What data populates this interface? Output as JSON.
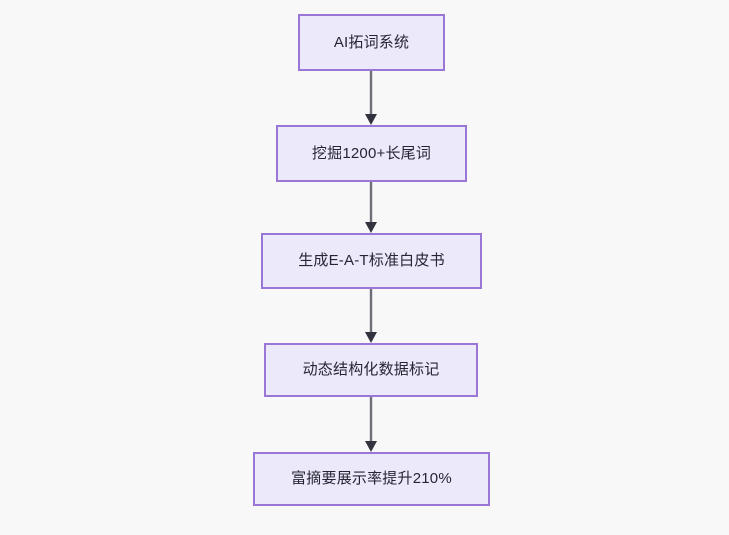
{
  "diagram": {
    "title": "AI SEO content flow",
    "orientation": "top-to-bottom",
    "background_color": "#f8f8f9",
    "node_fill_color": "#ece9fb",
    "node_border_color": "#9a77d6",
    "node_text_color": "#262633",
    "edge_color": "#6e6e78",
    "arrowhead_color": "#333340",
    "nodes": [
      {
        "id": "n0",
        "label": "AI拓词系统"
      },
      {
        "id": "n1",
        "label": "挖掘1200+长尾词"
      },
      {
        "id": "n2",
        "label": "生成E-A-T标准白皮书"
      },
      {
        "id": "n3",
        "label": "动态结构化数据标记"
      },
      {
        "id": "n4",
        "label": "富摘要展示率提升210%"
      }
    ],
    "edges": [
      {
        "from": "n0",
        "to": "n1",
        "label": ""
      },
      {
        "from": "n1",
        "to": "n2",
        "label": ""
      },
      {
        "from": "n2",
        "to": "n3",
        "label": ""
      },
      {
        "from": "n3",
        "to": "n4",
        "label": ""
      }
    ]
  }
}
